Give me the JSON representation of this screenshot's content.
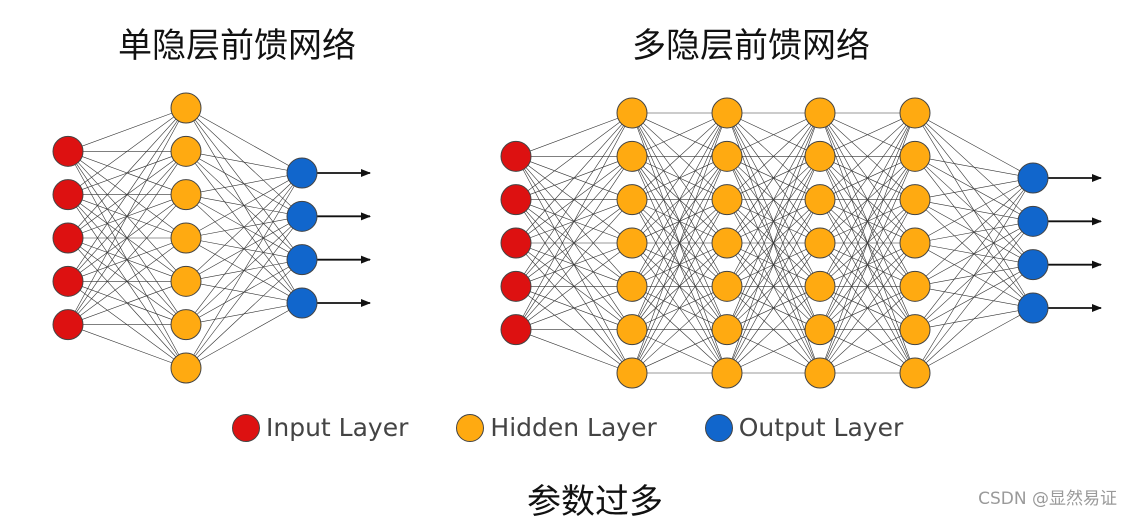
{
  "titles": {
    "single": "单隐层前馈网络",
    "multi": "多隐层前馈网络"
  },
  "legend": {
    "input": "Input Layer",
    "hidden": "Hidden Layer",
    "output": "Output Layer"
  },
  "caption": "参数过多",
  "watermark": "CSDN @显然易证",
  "colors": {
    "input": "#dd1111",
    "hidden": "#ffaa11",
    "output": "#1166cc",
    "edge": "#333333"
  },
  "networks": [
    {
      "name": "single-hidden-layer-network",
      "layers": [
        {
          "role": "input",
          "nodes": 5
        },
        {
          "role": "hidden",
          "nodes": 7
        },
        {
          "role": "output",
          "nodes": 4
        }
      ]
    },
    {
      "name": "multi-hidden-layer-network",
      "layers": [
        {
          "role": "input",
          "nodes": 5
        },
        {
          "role": "hidden",
          "nodes": 7
        },
        {
          "role": "hidden",
          "nodes": 7
        },
        {
          "role": "hidden",
          "nodes": 7
        },
        {
          "role": "hidden",
          "nodes": 7
        },
        {
          "role": "output",
          "nodes": 4
        }
      ]
    }
  ]
}
